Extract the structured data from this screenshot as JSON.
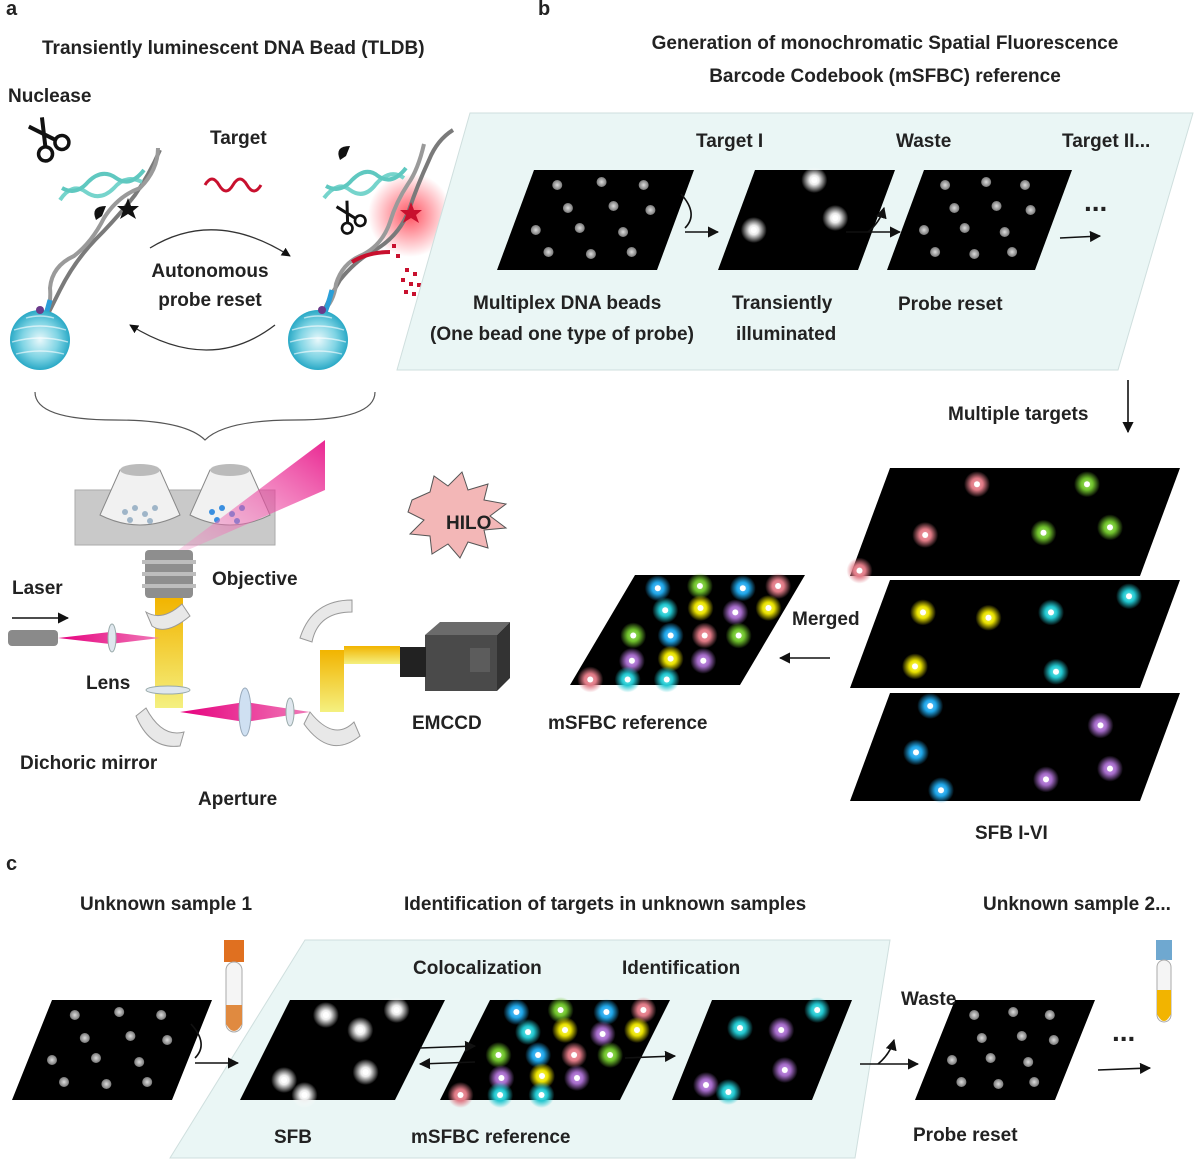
{
  "panel_a": {
    "letter": "a",
    "title": "Transiently luminescent DNA Bead (TLDB)",
    "nuclease": "Nuclease",
    "target": "Target",
    "cycle_line1": "Autonomous",
    "cycle_line2": "probe reset",
    "hilo": "HILO",
    "objective": "Objective",
    "laser": "Laser",
    "lens": "Lens",
    "dichroic": "Dichoric mirror",
    "aperture": "Aperture",
    "emccd": "EMCCD"
  },
  "panel_b": {
    "letter": "b",
    "title_line1": "Generation of monochromatic Spatial Fluorescence",
    "title_line2": "Barcode  Codebook (mSFBC) reference",
    "target1": "Target I",
    "waste": "Waste",
    "target2": "Target II...",
    "ellipsis": "...",
    "beads_line1": "Multiplex DNA beads",
    "beads_line2": "(One bead one type of probe)",
    "transient_line1": "Transiently",
    "transient_line2": "illuminated",
    "probe_reset": "Probe reset",
    "multiple_targets": "Multiple targets",
    "merged": "Merged",
    "reference": "mSFBC reference",
    "sfb": "SFB I-VI"
  },
  "panel_c": {
    "letter": "c",
    "unknown1": "Unknown sample 1",
    "title": "Identification of targets in unknown samples",
    "unknown2": "Unknown sample 2...",
    "colocalization": "Colocalization",
    "identification": "Identification",
    "waste": "Waste",
    "sfb": "SFB",
    "reference": "mSFBC reference",
    "probe_reset": "Probe reset",
    "ellipsis": "..."
  },
  "colors": {
    "bead_white": "#ffffff",
    "pink": "#e07a86",
    "green": "#6fc12c",
    "yellow": "#e8e000",
    "cyan": "#21c6cf",
    "blue": "#1fa6e8",
    "purple": "#a46bc8",
    "background_pale": "#eaf6f5",
    "laser_magenta": "#e6007e",
    "emission_yellow": "#f2e400"
  }
}
